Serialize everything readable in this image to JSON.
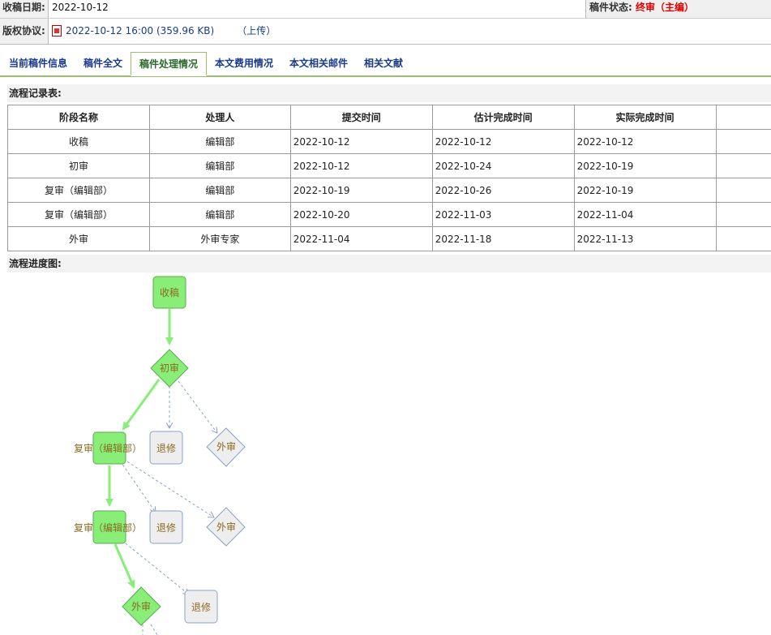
{
  "header": {
    "received_label": "收稿日期:",
    "received_value": "2022-10-12",
    "status_label": "稿件状态:",
    "status_value": "终审（主编）",
    "copyright_label": "版权协议:",
    "copyright_file": "2022-10-12 16:00 (359.96 KB)",
    "upload_link": "（上传）"
  },
  "tabs": [
    {
      "label": "当前稿件信息"
    },
    {
      "label": "稿件全文"
    },
    {
      "label": "稿件处理情况"
    },
    {
      "label": "本文费用情况"
    },
    {
      "label": "本文相关邮件"
    },
    {
      "label": "相关文献"
    }
  ],
  "active_tab": "稿件处理情况",
  "records": {
    "title": "流程记录表:",
    "columns": [
      "阶段名称",
      "处理人",
      "提交时间",
      "估计完成时间",
      "实际完成时间",
      ""
    ],
    "rows": [
      [
        "收稿",
        "编辑部",
        "2022-10-12",
        "2022-10-12",
        "2022-10-12",
        ""
      ],
      [
        "初审",
        "编辑部",
        "2022-10-12",
        "2022-10-24",
        "2022-10-19",
        ""
      ],
      [
        "复审（编辑部）",
        "编辑部",
        "2022-10-19",
        "2022-10-26",
        "2022-10-19",
        ""
      ],
      [
        "复审（编辑部）",
        "编辑部",
        "2022-10-20",
        "2022-11-03",
        "2022-11-04",
        ""
      ],
      [
        "外审",
        "外审专家",
        "2022-11-04",
        "2022-11-18",
        "2022-11-13",
        ""
      ]
    ]
  },
  "flow": {
    "title": "流程进度图:",
    "nodes": {
      "receive": "收稿",
      "initial": "初审",
      "review1": "复审（编辑部）",
      "review1_side_a": "退修",
      "review1_side_b": "外审",
      "review2": "复审（编辑部）",
      "review2_side_a": "退修",
      "review2_side_b": "外审",
      "external": "外审",
      "external_side": "退修"
    },
    "colors": {
      "active": "#88ee77",
      "inactive": "#eeeeee",
      "arrow_active": "#88ee77",
      "arrow_inactive": "#8aa0c8"
    }
  }
}
